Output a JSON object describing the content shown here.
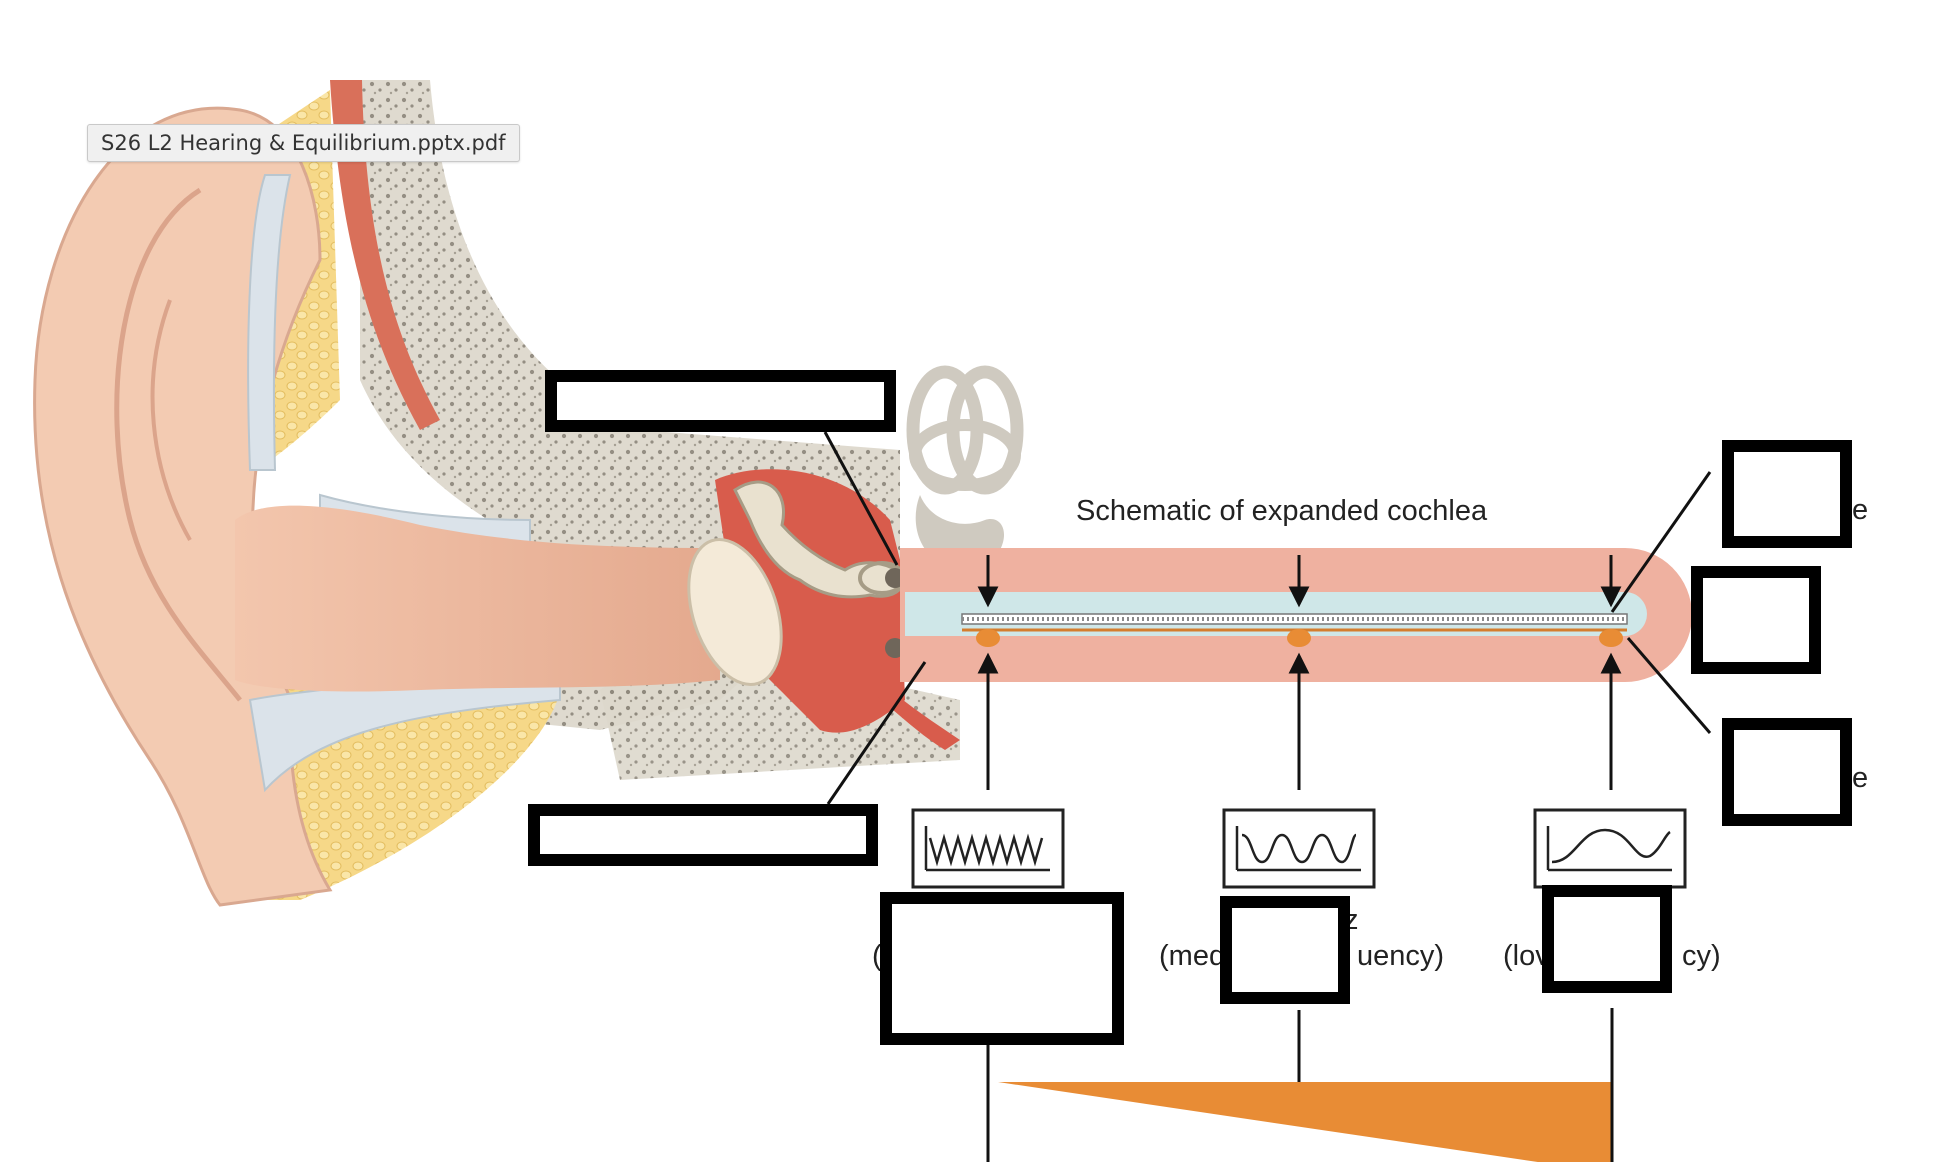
{
  "file_tab": {
    "title": "S26 L2 Hearing & Equilibrium.pptx.pdf"
  },
  "diagram": {
    "cochlea_caption": "Schematic of expanded cochlea",
    "partial_labels": {
      "membrane_top": "e",
      "membrane_bottom": "e",
      "high_freq_partial": "(",
      "medium_a": "(med",
      "medium_b": "uency)",
      "medium_z": "z",
      "low_a": "(lov",
      "low_b": "cy)"
    },
    "label_boxes": [
      "blank",
      "blank",
      "blank",
      "blank",
      "blank",
      "blank",
      "blank",
      "blank"
    ]
  },
  "colors": {
    "skin": "#f5cdb5",
    "canal": "#ebb49a",
    "bone": "#d9d4c8",
    "fat": "#f5d98a",
    "cartilage": "#dbe3ea",
    "muscle": "#d9705a",
    "middle_ear": "#d85c4c",
    "cochlea_tube": "#efb1a0",
    "fluid": "#cfe7e8",
    "gradient_wedge": "#e88c35"
  }
}
